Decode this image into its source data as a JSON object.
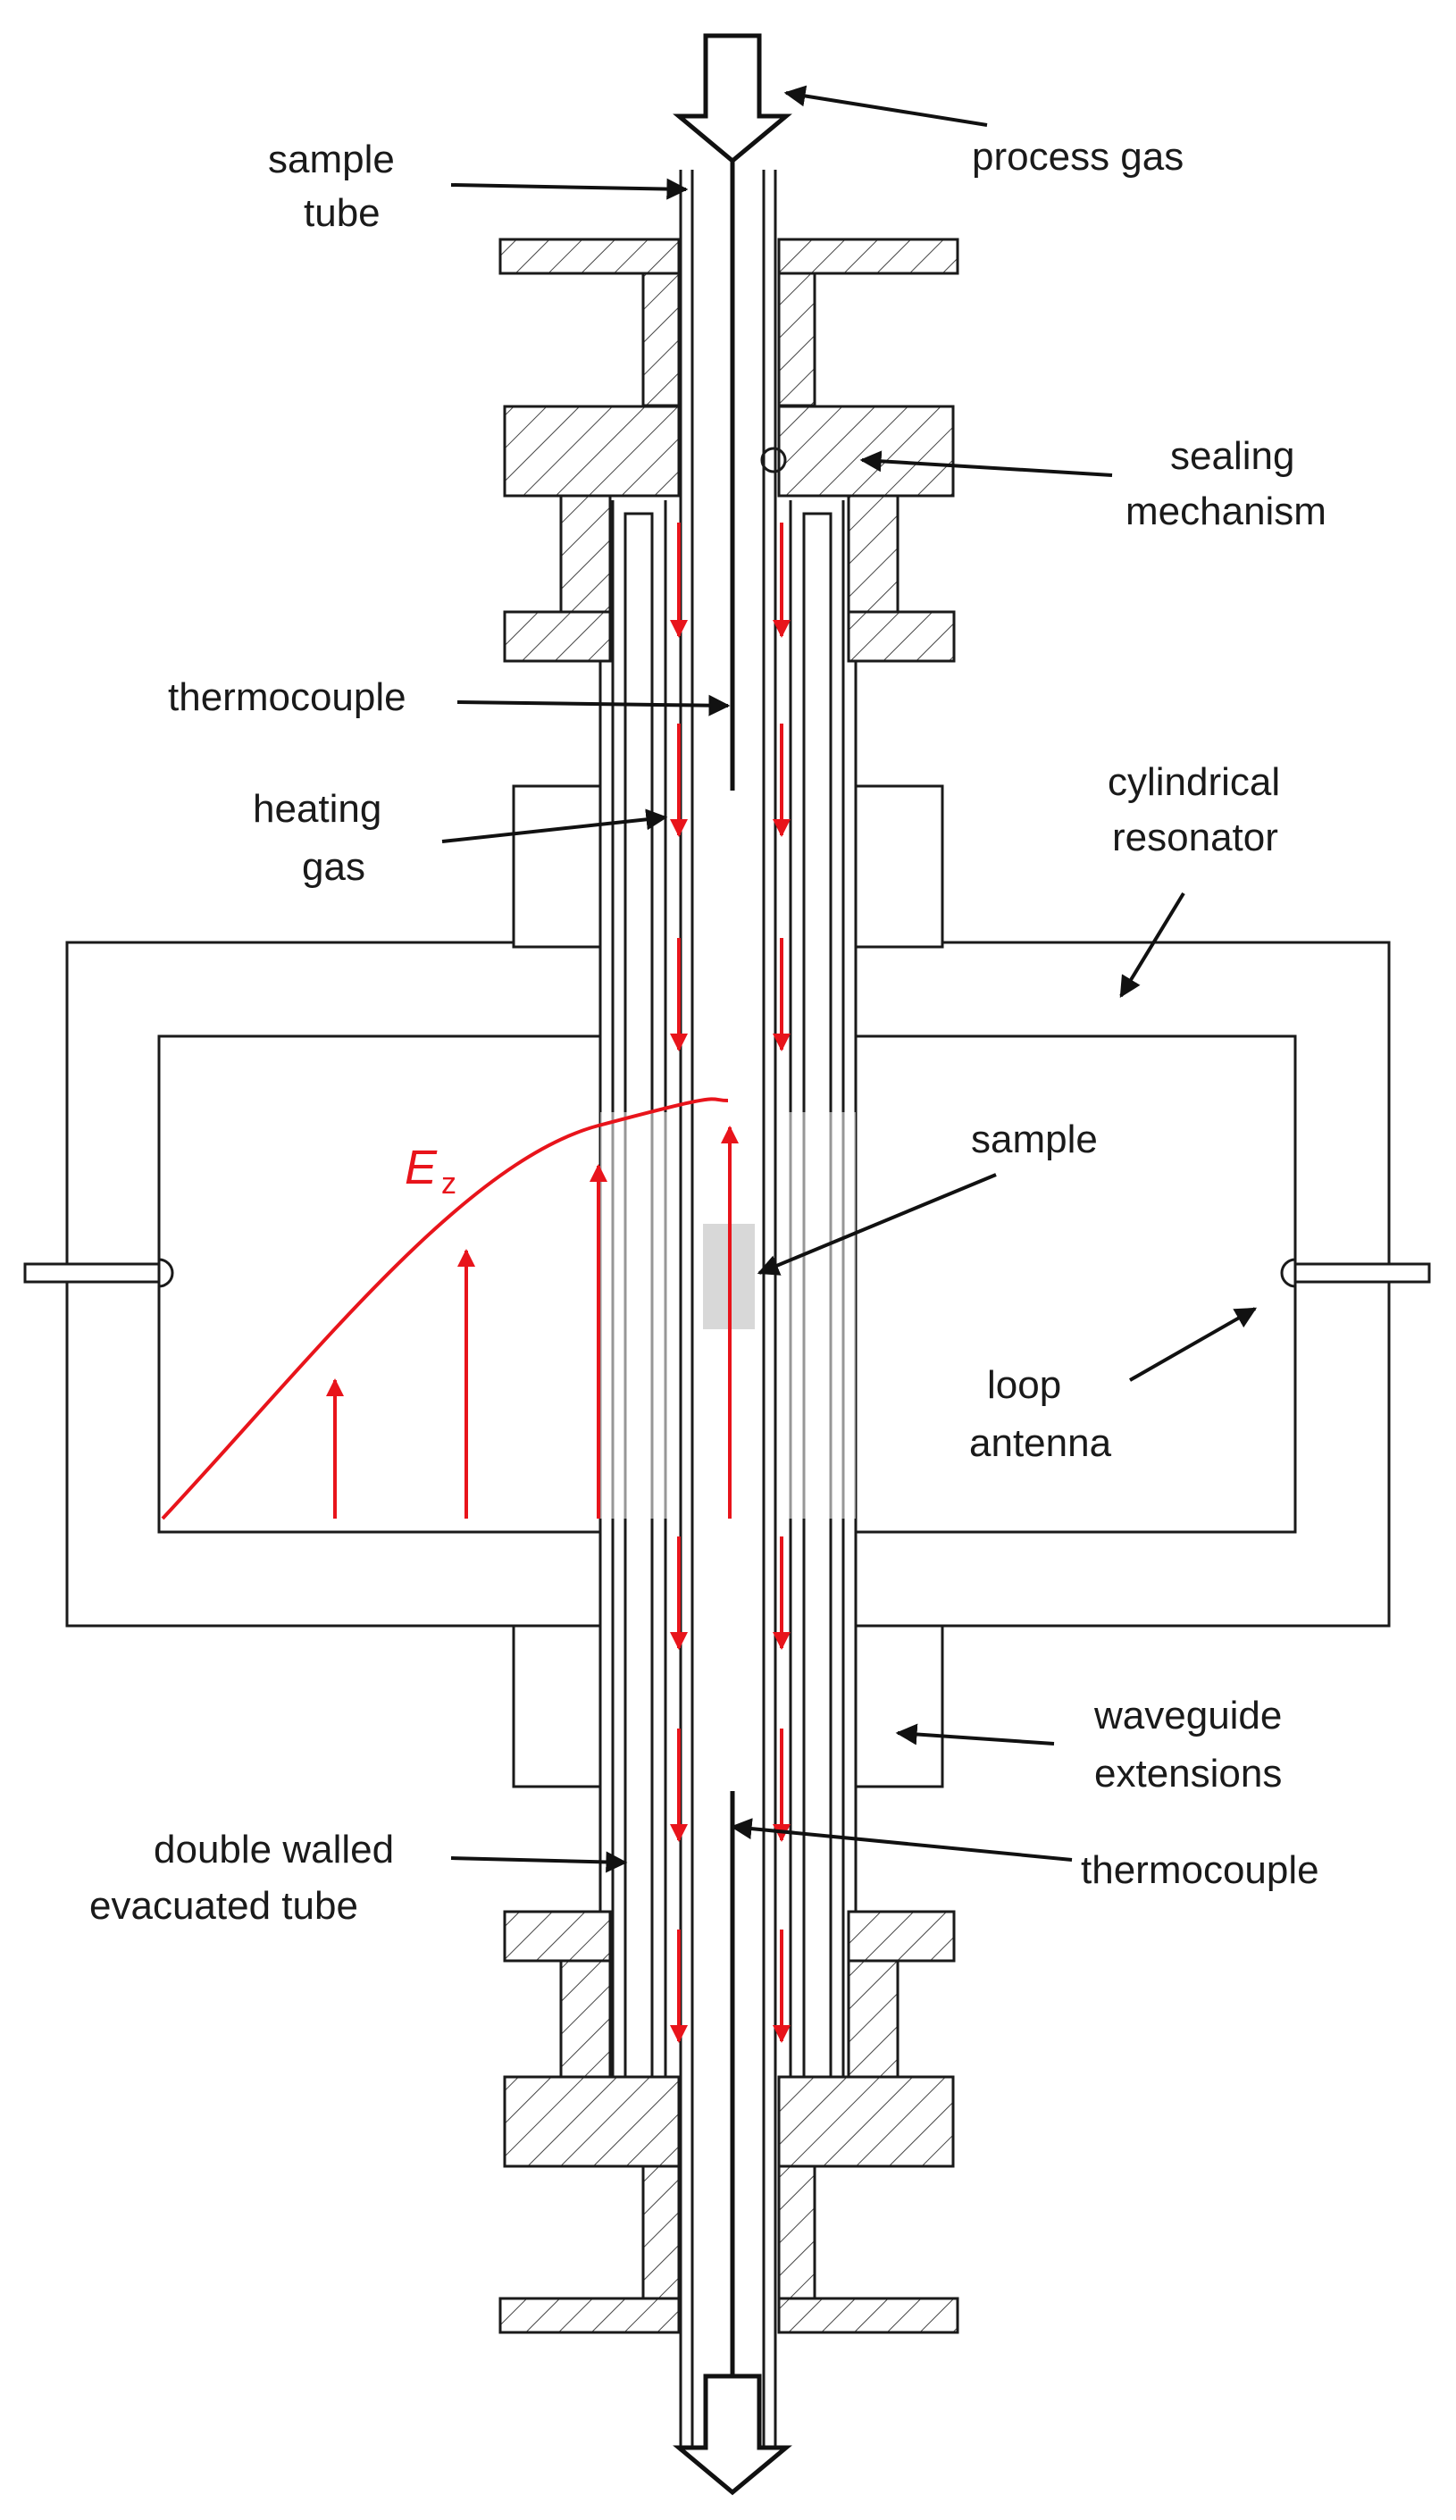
{
  "labels": {
    "sample_tube": [
      "sample",
      "tube"
    ],
    "process_gas": "process gas",
    "sealing_mechanism": [
      "sealing",
      "mechanism"
    ],
    "thermocouple_top": "thermocouple",
    "heating_gas": [
      "heating",
      "gas"
    ],
    "cylindrical_resonator": [
      "cylindrical",
      "resonator"
    ],
    "sample": "sample",
    "ez_main": "E",
    "ez_sub": "z",
    "loop_antenna": [
      "loop",
      "antenna"
    ],
    "waveguide_extensions": [
      "waveguide",
      "extensions"
    ],
    "double_walled_tube": [
      "double walled",
      "evacuated tube"
    ],
    "thermocouple_bottom": "thermocouple"
  },
  "colors": {
    "line": "#1a1a1a",
    "field": "#e8141b",
    "sample_fill": "#d8d8d8",
    "background": "#ffffff"
  }
}
